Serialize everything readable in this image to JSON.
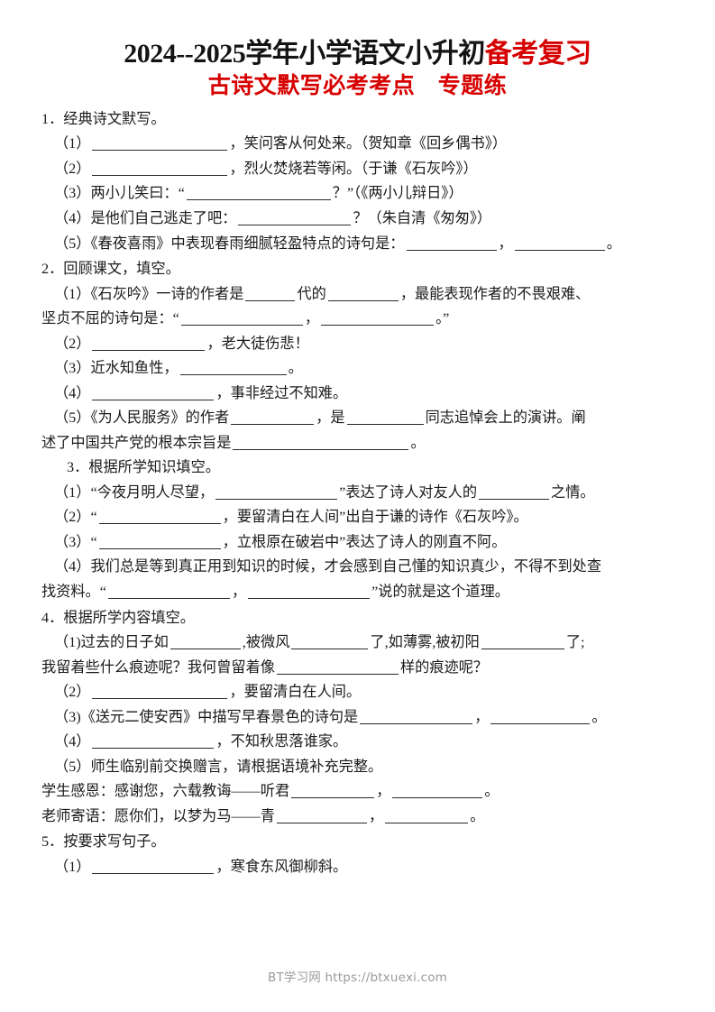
{
  "title": {
    "main_black": "2024--2025学年小学语文小升初",
    "main_red": "备考复习",
    "sub": "古诗文默写必考考点　专题练"
  },
  "sections": [
    {
      "heading": "1．经典诗文默写。",
      "items": [
        {
          "label": "（1）",
          "parts": [
            "",
            "，笑问客从何处来。（贺知章《回乡偶书》）"
          ]
        },
        {
          "label": "（2）",
          "parts": [
            "",
            "，烈火焚烧若等闲。（于谦《石灰吟》）"
          ]
        },
        {
          "label": "（3）",
          "parts": [
            "两小儿笑曰：“",
            "？”（《两小儿辩日》）"
          ]
        },
        {
          "label": "（4）",
          "parts": [
            "是他们自己逃走了吧：",
            "？（朱自清《匆匆》）"
          ]
        },
        {
          "label": "（5）",
          "parts": [
            "《春夜喜雨》中表现春雨细腻轻盈特点的诗句是：",
            "，",
            "。"
          ]
        }
      ]
    },
    {
      "heading": "2．回顾课文，填空。",
      "items": [
        {
          "label": "（1）",
          "parts": [
            "《石灰吟》一诗的作者是",
            "代的",
            "，最能表现作者的不畏艰难、"
          ],
          "cont": [
            "坚贞不屈的诗句是：“",
            "，",
            "。”"
          ]
        },
        {
          "label": "（2）",
          "parts": [
            "",
            "，老大徒伤悲！"
          ]
        },
        {
          "label": "（3）",
          "parts": [
            "近水知鱼性，",
            "。"
          ]
        },
        {
          "label": "（4）",
          "parts": [
            "",
            "，事非经过不知难。"
          ]
        },
        {
          "label": "（5）",
          "parts": [
            "《为人民服务》的作者",
            "，是",
            "同志追悼会上的演讲。阐"
          ],
          "cont": [
            "述了中国共产党的根本宗旨是",
            "。"
          ]
        }
      ]
    },
    {
      "heading": "3．根据所学知识填空。",
      "items": [
        {
          "label": "（1）",
          "parts": [
            "“今夜月明人尽望，",
            "”表达了诗人对友人的",
            "之情。"
          ]
        },
        {
          "label": "（2）",
          "parts": [
            "“",
            "，要留清白在人间”出自于谦的诗作《石灰吟》。"
          ]
        },
        {
          "label": "（3）",
          "parts": [
            "“",
            "，立根原在破岩中”表达了诗人的刚直不阿。"
          ]
        },
        {
          "label": "（4）",
          "parts": [
            "我们总是等到真正用到知识的时候，才会感到自己懂的知识真少，不得不到处查"
          ],
          "cont": [
            "找资料。“",
            "，",
            "”说的就是这个道理。"
          ]
        }
      ]
    },
    {
      "heading": "4．根据所学内容填空。",
      "items": [
        {
          "label": "（1)",
          "parts": [
            "过去的日子如",
            ",被微风",
            "了,如薄雾,被初阳",
            "了;"
          ],
          "cont": [
            "我留着些什么痕迹呢？我何曾留着像",
            "样的痕迹呢？"
          ]
        },
        {
          "label": "（2）",
          "parts": [
            "",
            "，要留清白在人间。"
          ]
        },
        {
          "label": "（3)",
          "parts": [
            "《送元二使安西》中描写早春景色的诗句是",
            "，",
            "。"
          ]
        },
        {
          "label": "（4）",
          "parts": [
            "",
            "，不知秋思落谁家。"
          ]
        },
        {
          "label": "（5）",
          "parts": [
            "师生临别前交换赠言，请根据语境补充完整。"
          ]
        }
      ],
      "extra_lines": [
        {
          "lead": "学生感恩：感谢您，六载教诲——听君",
          "mid": "，",
          "tail": "。"
        },
        {
          "lead": "老师寄语：愿你们，以梦为马——青",
          "mid": "，",
          "tail": "。"
        }
      ]
    },
    {
      "heading": "5．按要求写句子。",
      "items": [
        {
          "label": "（1）",
          "parts": [
            "",
            "，寒食东风御柳斜。"
          ]
        }
      ]
    }
  ],
  "watermark": "BT学习网 https://btxuexi.com"
}
